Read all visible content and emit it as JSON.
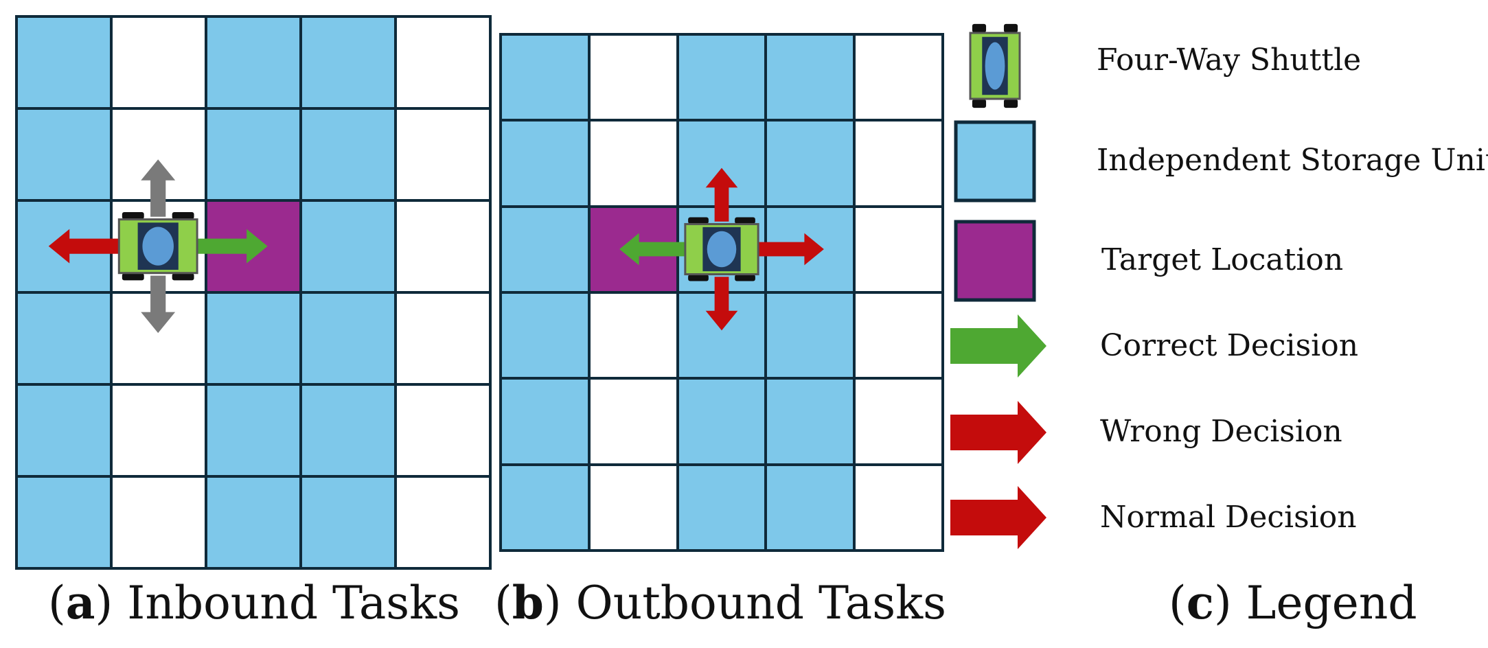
{
  "panels": [
    {
      "id": "a",
      "caption_letter": "a",
      "caption_text": " Inbound Tasks",
      "rows": 6,
      "cols": 5,
      "cells": [
        [
          "storage",
          "empty",
          "storage",
          "storage",
          "empty"
        ],
        [
          "storage",
          "empty",
          "storage",
          "storage",
          "empty"
        ],
        [
          "storage",
          "empty",
          "target",
          "storage",
          "empty"
        ],
        [
          "storage",
          "empty",
          "storage",
          "storage",
          "empty"
        ],
        [
          "storage",
          "empty",
          "storage",
          "storage",
          "empty"
        ],
        [
          "storage",
          "empty",
          "storage",
          "storage",
          "empty"
        ]
      ],
      "shuttle_cell": [
        2,
        1
      ],
      "arrows": [
        {
          "direction": "up",
          "kind": "gray"
        },
        {
          "direction": "down",
          "kind": "gray"
        },
        {
          "direction": "left",
          "kind": "wrong"
        },
        {
          "direction": "right",
          "kind": "correct"
        }
      ]
    },
    {
      "id": "b",
      "caption_letter": "b",
      "caption_text": " Outbound Tasks",
      "rows": 6,
      "cols": 5,
      "cells": [
        [
          "storage",
          "empty",
          "storage",
          "storage",
          "empty"
        ],
        [
          "storage",
          "empty",
          "storage",
          "storage",
          "empty"
        ],
        [
          "storage",
          "target",
          "storage",
          "storage",
          "empty"
        ],
        [
          "storage",
          "empty",
          "storage",
          "storage",
          "empty"
        ],
        [
          "storage",
          "empty",
          "storage",
          "storage",
          "empty"
        ],
        [
          "storage",
          "empty",
          "storage",
          "storage",
          "empty"
        ]
      ],
      "shuttle_cell": [
        2,
        2
      ],
      "arrows": [
        {
          "direction": "up",
          "kind": "wrong"
        },
        {
          "direction": "down",
          "kind": "wrong"
        },
        {
          "direction": "left",
          "kind": "correct"
        },
        {
          "direction": "right",
          "kind": "wrong"
        }
      ]
    }
  ],
  "legend": {
    "caption_letter": "c",
    "caption_text": " Legend",
    "items": [
      {
        "key": "shuttle",
        "label": "Four-Way Shuttle"
      },
      {
        "key": "storage",
        "label": "Independent Storage Unit"
      },
      {
        "key": "target",
        "label": "Target Location"
      },
      {
        "key": "correct",
        "label": "Correct Decision"
      },
      {
        "key": "wrong",
        "label": "Wrong Decision"
      },
      {
        "key": "normal",
        "label": "Normal Decision"
      }
    ]
  },
  "colors": {
    "storage": "#7ec8ea",
    "target": "#9b2a8f",
    "grid_line": "#0f2a3a",
    "correct": "#4ea832",
    "wrong": "#c40c0c",
    "normal": "#c40c0c",
    "gray": "#7a7a7a",
    "shuttle_body": "#8fcf4a",
    "shuttle_frame": "#1f3553",
    "shuttle_dome": "#5b9bd5",
    "wheel": "#111111"
  }
}
